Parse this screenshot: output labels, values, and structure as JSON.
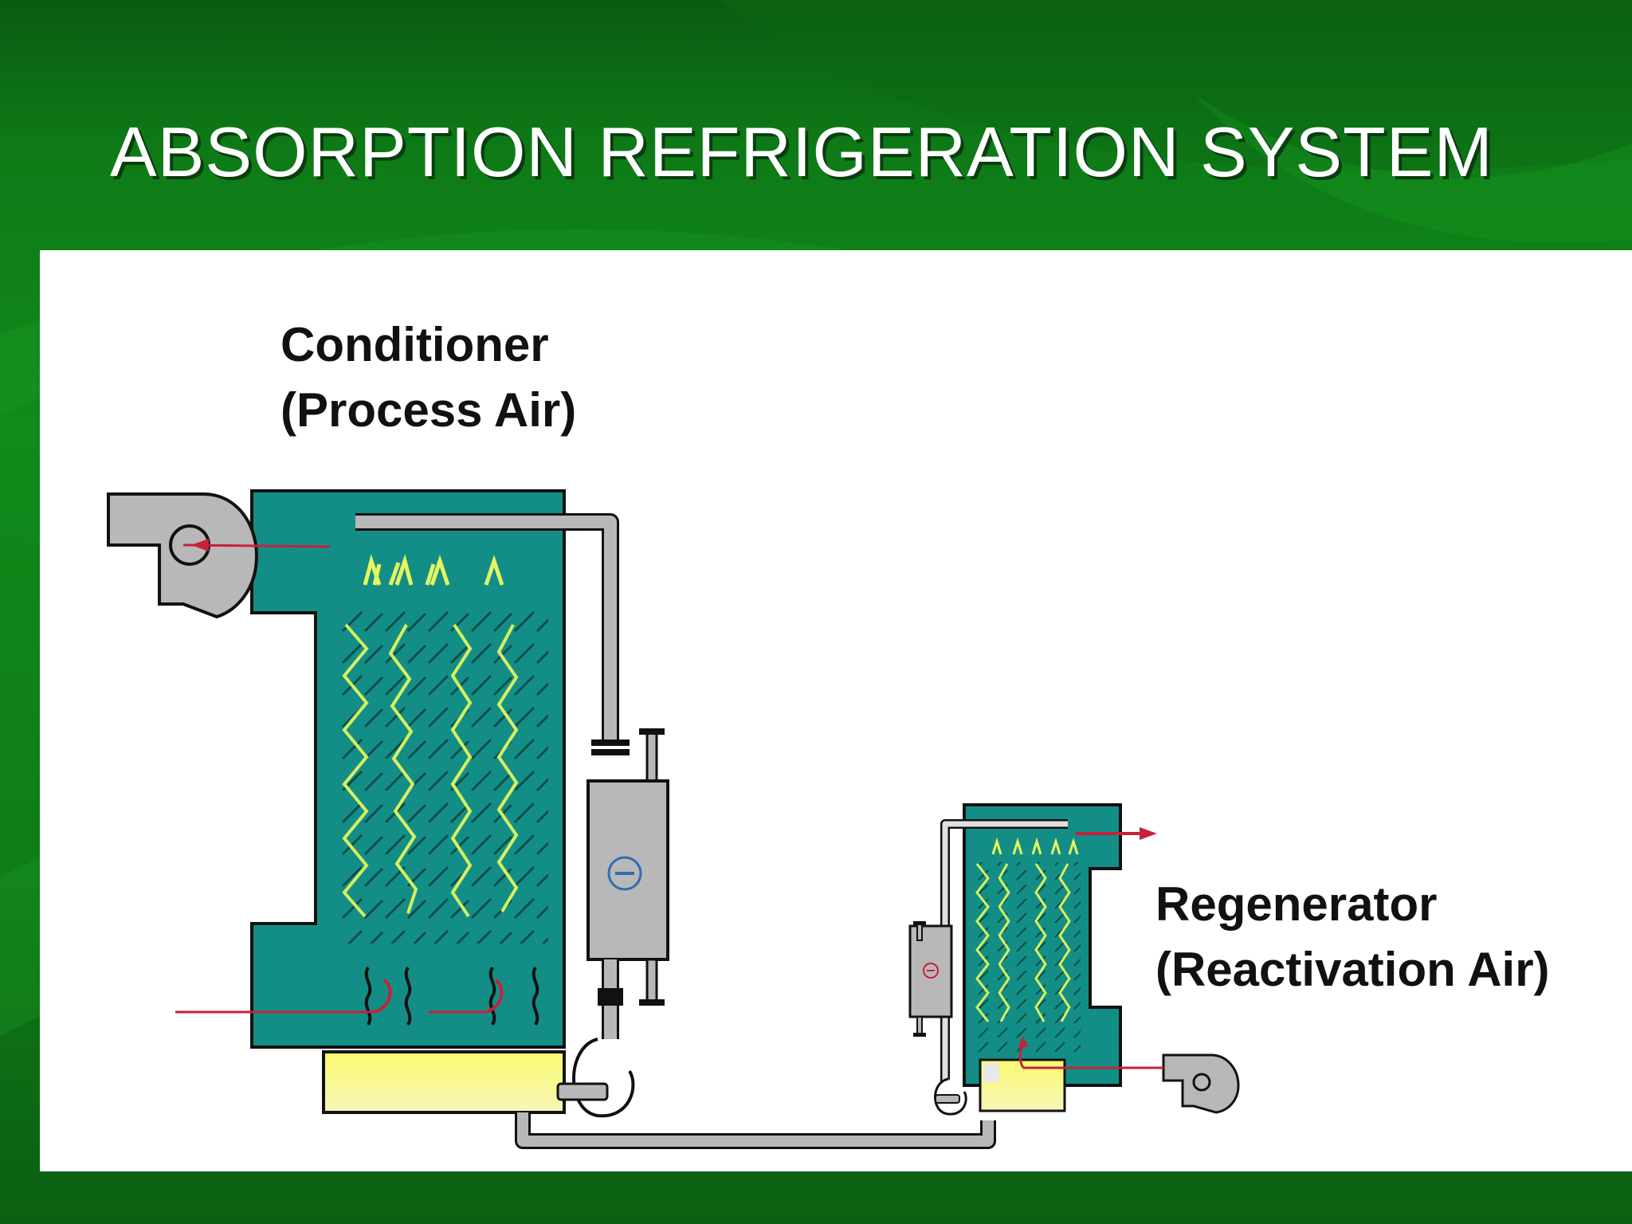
{
  "slide": {
    "title": "ABSORPTION REFRIGERATION SYSTEM"
  },
  "diagram": {
    "conditioner": {
      "label_line1": "Conditioner",
      "label_line2": "(Process Air)"
    },
    "regenerator": {
      "label_line1": "Regenerator",
      "label_line2": "(Reactivation Air)"
    }
  },
  "colors": {
    "background": "#118a1a",
    "vessel": "#138e86",
    "vessel_outline": "#111111",
    "packing_yellow": "#d8f060",
    "packing_dark": "#0b4e48",
    "pipe": "#b8b8b8",
    "airflow_arrow": "#c8203a",
    "sump": "#f4f060"
  }
}
